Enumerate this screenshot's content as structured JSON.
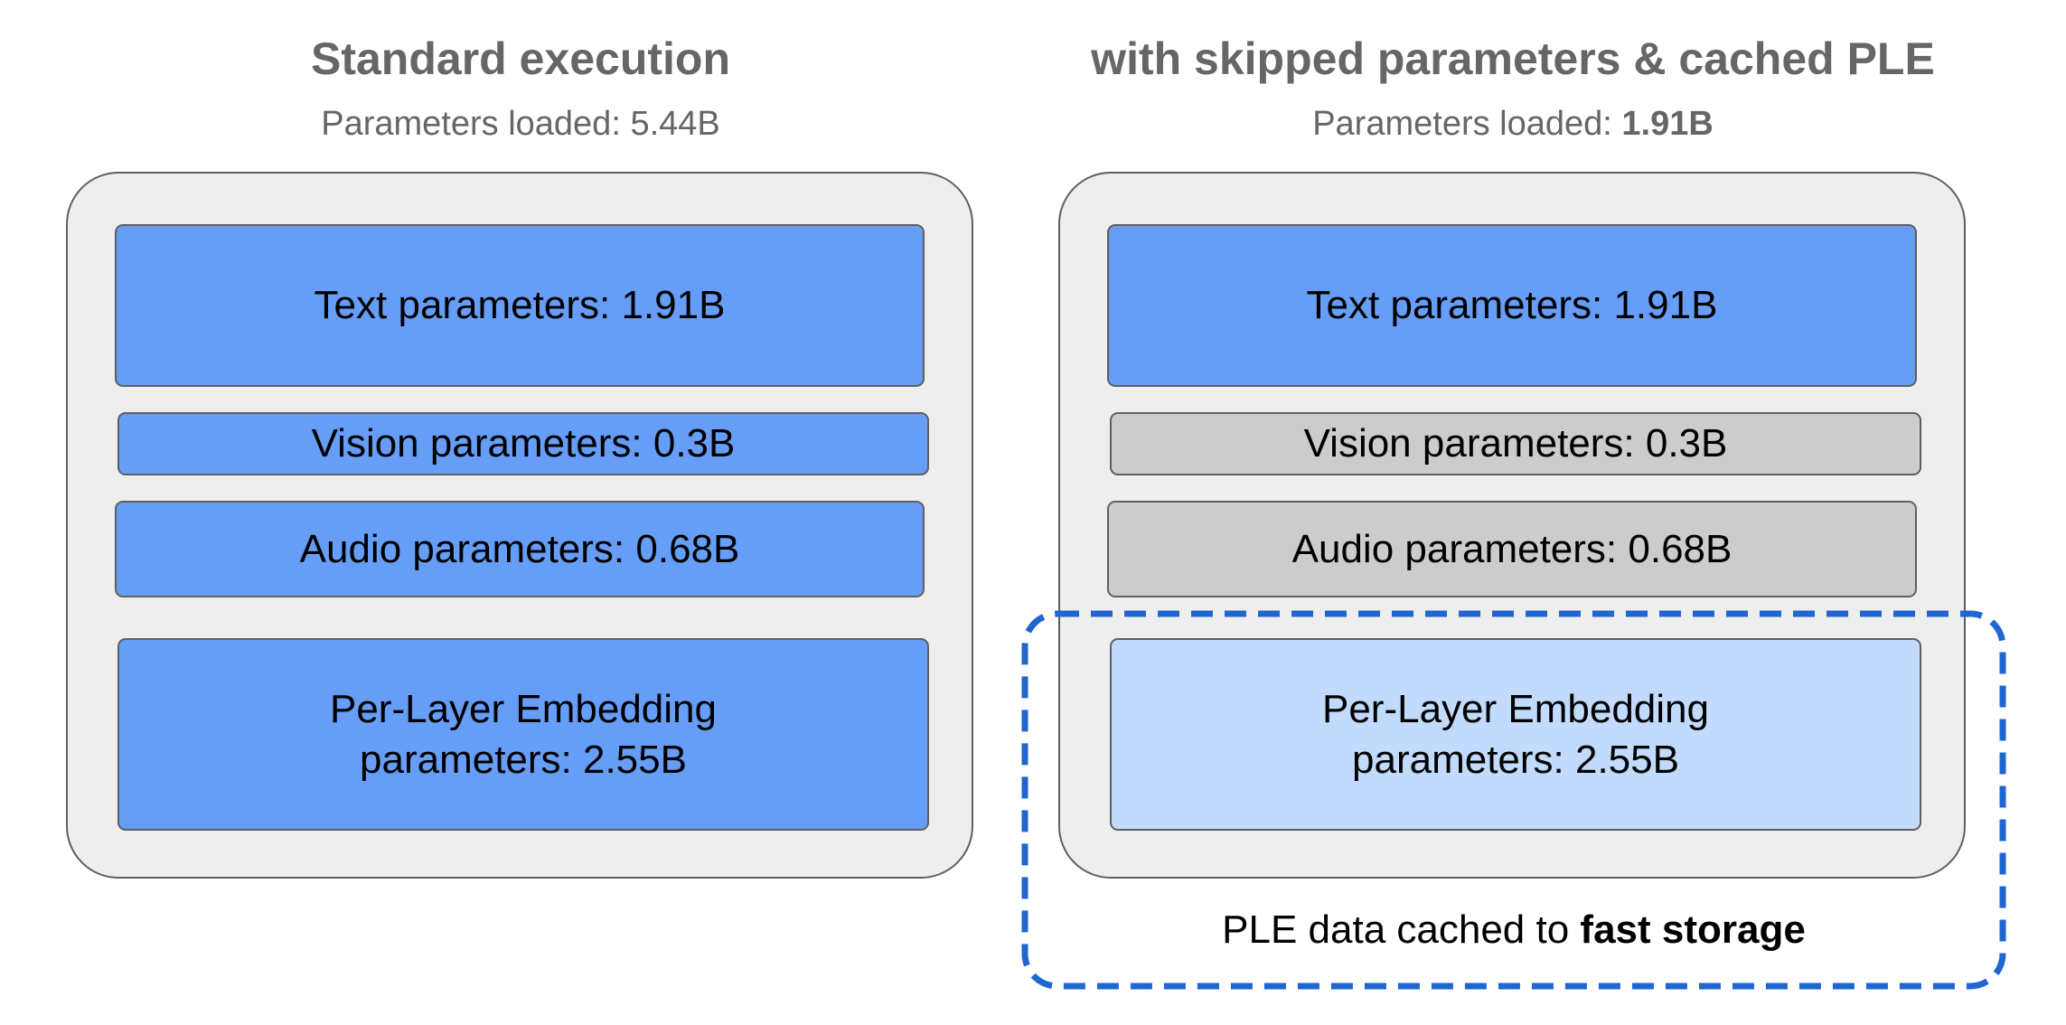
{
  "left": {
    "title": "Standard execution",
    "subtitle_prefix": "Parameters loaded: ",
    "subtitle_value": "5.44B",
    "boxes": {
      "text": "Text parameters: 1.91B",
      "vision": "Vision parameters: 0.3B",
      "audio": "Audio parameters: 0.68B",
      "ple_line1": "Per-Layer Embedding",
      "ple_line2": "parameters: 2.55B"
    }
  },
  "right": {
    "title": "with skipped parameters & cached PLE",
    "subtitle_prefix": "Parameters loaded: ",
    "subtitle_value": "1.91B",
    "boxes": {
      "text": "Text parameters: 1.91B",
      "vision": "Vision parameters: 0.3B",
      "audio": "Audio parameters: 0.68B",
      "ple_line1": "Per-Layer Embedding",
      "ple_line2": "parameters: 2.55B"
    },
    "cache_caption_prefix": "PLE data cached to ",
    "cache_caption_bold": "fast storage"
  },
  "colors": {
    "loaded": "#669df6",
    "skipped": "#cccccc",
    "cached": "#c2dbfc",
    "panel": "#eeeeee",
    "cache_outline": "#1f66d1"
  }
}
